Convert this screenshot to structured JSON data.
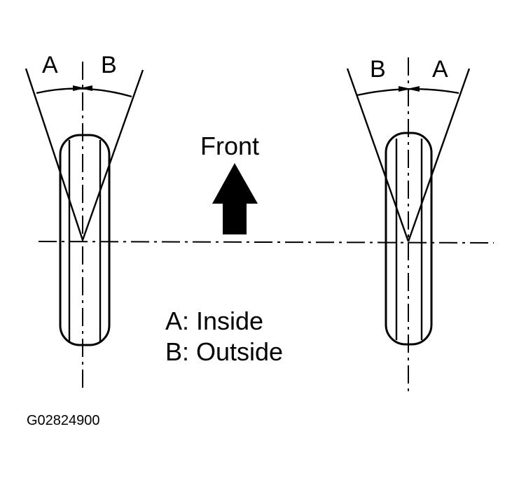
{
  "labels": {
    "left_a": "A",
    "left_b": "B",
    "right_b": "B",
    "right_a": "A",
    "front": "Front",
    "legend_a": "A: Inside",
    "legend_b": "B: Outside",
    "figure_id": "G02824900"
  },
  "colors": {
    "ink": "#000000",
    "background": "#ffffff"
  }
}
